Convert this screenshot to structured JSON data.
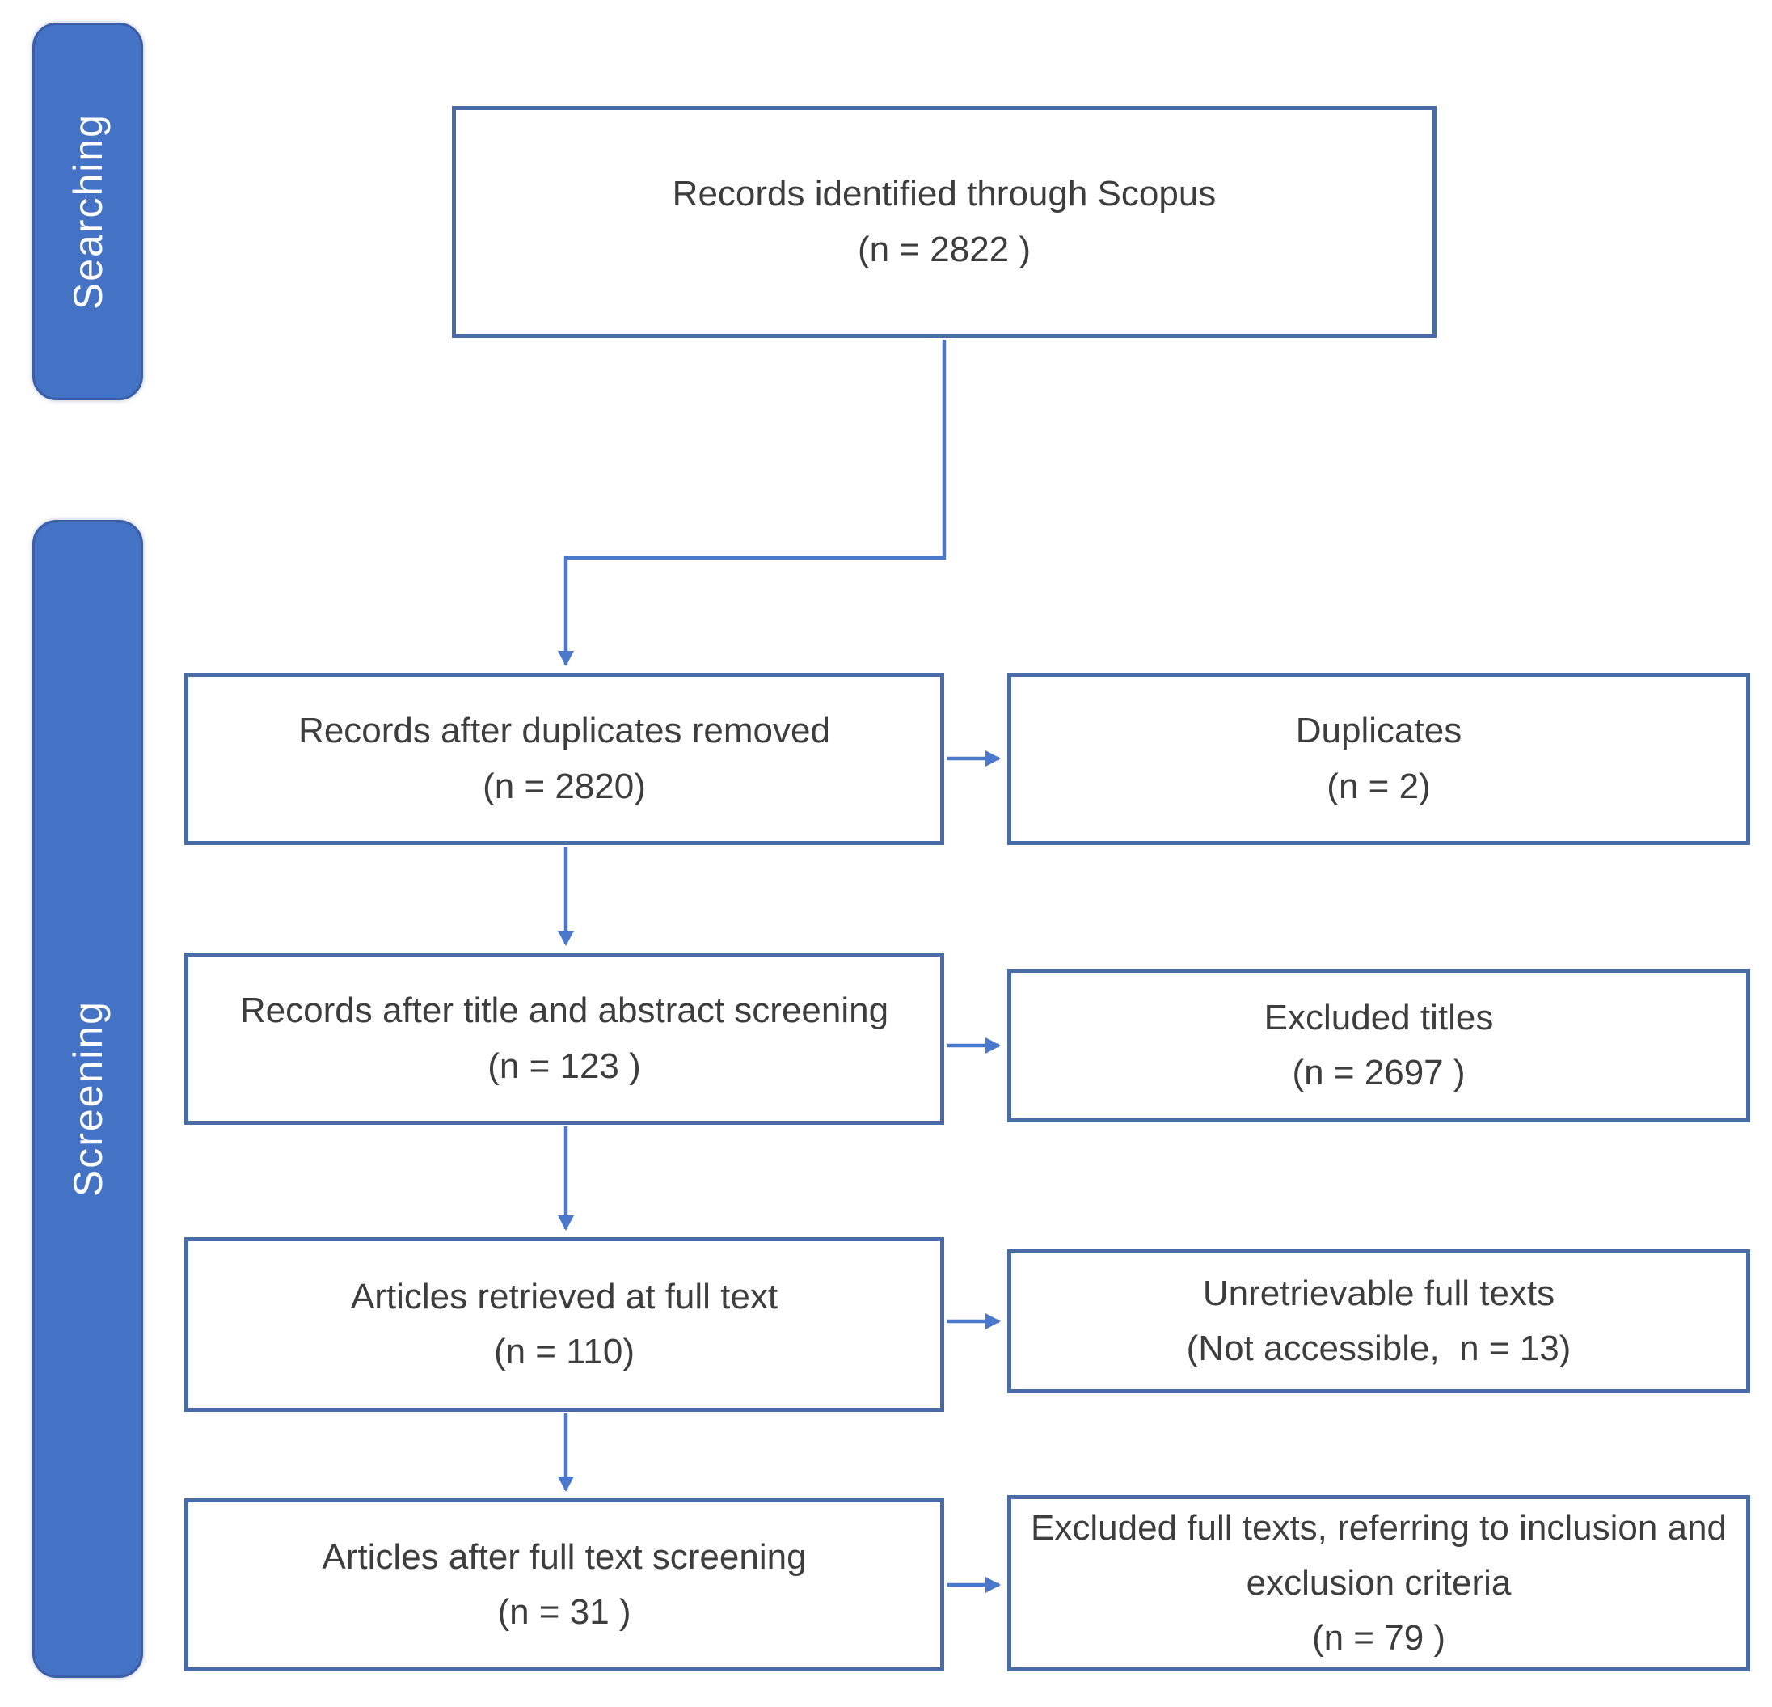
{
  "stages": [
    {
      "id": "searching",
      "label": "Searching"
    },
    {
      "id": "screening",
      "label": "Screening"
    }
  ],
  "boxes": {
    "identified": {
      "lines": [
        "Records identified through Scopus",
        "(n = 2822 )"
      ]
    },
    "after_duplicates": {
      "lines": [
        "Records after duplicates removed",
        "(n = 2820)"
      ]
    },
    "duplicates": {
      "lines": [
        "Duplicates",
        "(n = 2)"
      ]
    },
    "after_title_abstract": {
      "lines": [
        "Records after title and abstract screening",
        "(n = 123 )"
      ]
    },
    "excluded_titles": {
      "lines": [
        "Excluded titles",
        "(n = 2697 )"
      ]
    },
    "full_text_retrieved": {
      "lines": [
        "Articles retrieved at full text",
        "(n = 110)"
      ]
    },
    "unretrievable_full_texts": {
      "lines": [
        "Unretrievable full texts",
        "(Not accessible,  n = 13)"
      ]
    },
    "after_full_text": {
      "lines": [
        "Articles after full text screening",
        "(n = 31 )"
      ]
    },
    "excluded_full_texts": {
      "lines": [
        "Excluded full texts, referring to inclusion and exclusion criteria",
        "(n = 79 )"
      ]
    }
  },
  "edges": [
    {
      "from": "identified",
      "to": "after_duplicates"
    },
    {
      "from": "after_duplicates",
      "to": "duplicates"
    },
    {
      "from": "after_duplicates",
      "to": "after_title_abstract"
    },
    {
      "from": "after_title_abstract",
      "to": "excluded_titles"
    },
    {
      "from": "after_title_abstract",
      "to": "full_text_retrieved"
    },
    {
      "from": "full_text_retrieved",
      "to": "unretrievable_full_texts"
    },
    {
      "from": "full_text_retrieved",
      "to": "after_full_text"
    },
    {
      "from": "after_full_text",
      "to": "excluded_full_texts"
    }
  ],
  "colors": {
    "stage_fill": "#4472c4",
    "stage_text": "#ffffff",
    "box_border": "#4a6ca6",
    "box_fill": "#ffffff",
    "connector": "#4a78cc",
    "text": "#3d3d3d"
  }
}
